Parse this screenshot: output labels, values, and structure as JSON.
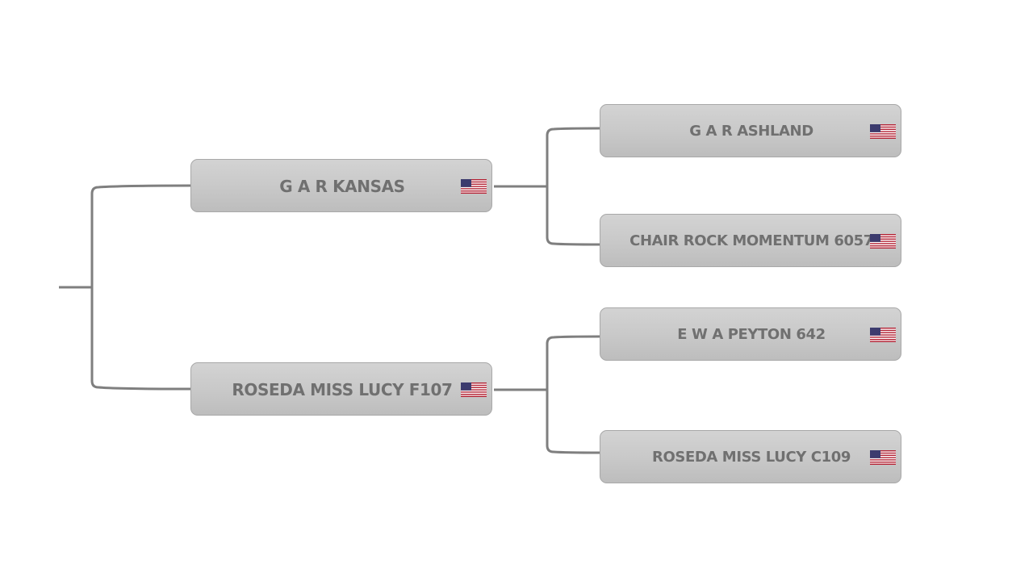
{
  "pedigree": {
    "sire": {
      "name": "G A R KANSAS",
      "flag": "us-flag-icon",
      "sire": {
        "name": "G A R ASHLAND",
        "flag": "us-flag-icon"
      },
      "dam": {
        "name": "CHAIR ROCK MOMENTUM 6057",
        "flag": "us-flag-icon"
      }
    },
    "dam": {
      "name": "ROSEDA MISS LUCY F107",
      "flag": "us-flag-icon",
      "sire": {
        "name": "E W A PEYTON 642",
        "flag": "us-flag-icon"
      },
      "dam": {
        "name": "ROSEDA MISS LUCY C109",
        "flag": "us-flag-icon"
      }
    }
  },
  "colors": {
    "connector": "#7f7f7f",
    "box_border": "#a8a8a8",
    "text": "#707070",
    "flag_red": "#b22234",
    "flag_blue": "#3c3b6e"
  }
}
